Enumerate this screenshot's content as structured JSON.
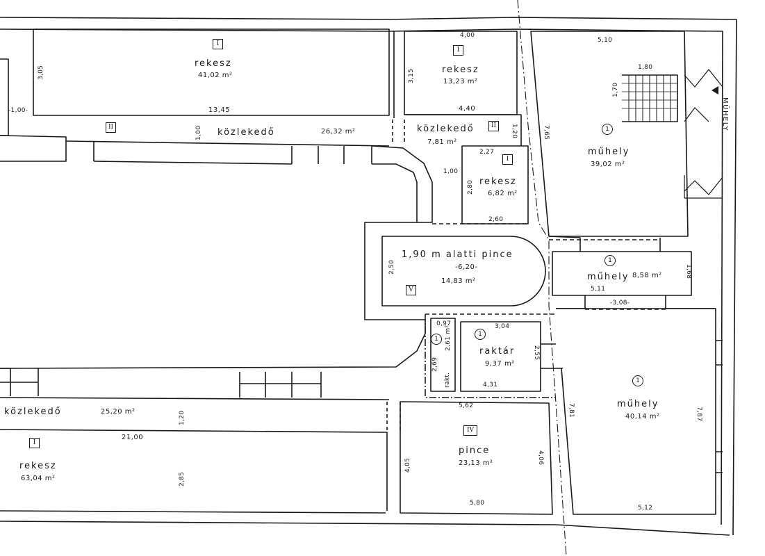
{
  "rooms": {
    "r1": {
      "name": "rekesz",
      "area": "41,02 m²",
      "mark": "I",
      "dim_w": "13,45",
      "dim_h": "3,05",
      "dim_l": "-1,00-"
    },
    "r2": {
      "name": "rekesz",
      "area": "13,23 m²",
      "mark": "I",
      "dim_top": "4,00",
      "dim_h": "3,15",
      "dim_bot": "4,40"
    },
    "k1": {
      "name": "közlekedő",
      "area": "26,32 m²",
      "mark": "II",
      "dim": "1,00"
    },
    "k2": {
      "name": "közlekedő",
      "area": "7,81 m²",
      "mark": "II",
      "dim": "1,20"
    },
    "r3": {
      "name": "rekesz",
      "area": "6,82 m²",
      "mark": "I",
      "dim_top": "2,27",
      "dim_h": "2,80",
      "dim_bot": "2,60",
      "dim_l": "1,00"
    },
    "m1": {
      "name": "műhely",
      "area": "39,02 m²",
      "mark": "1",
      "dim_top": "5,10",
      "dim_h": "7,65",
      "stair_w": "1,80",
      "stair_h": "1,70"
    },
    "p1": {
      "name": "1,90 m alatti pince",
      "area": "14,83 m²",
      "mark": "V",
      "dim_w": "-6,20-",
      "dim_h": "2,50"
    },
    "m2": {
      "name": "műhely",
      "area": "8,58 m²",
      "mark": "1",
      "dim_w": "5,11",
      "dim_w2": "-3,08-",
      "dim_h": "1,68"
    },
    "rk1": {
      "name": "raktár",
      "area": "9,37 m²",
      "mark": "1",
      "dim_top": "3,04",
      "dim_h": "2,55",
      "dim_bot": "4,31",
      "dim_l": "2,69"
    },
    "rk2": {
      "name": "rakt.",
      "area": "2,61 m²",
      "mark": "1",
      "dim_top": "0,97"
    },
    "m3": {
      "name": "műhely",
      "area": "40,14 m²",
      "mark": "1",
      "dim_l": "7,81",
      "dim_r": "7,87",
      "dim_bot": "5,12"
    },
    "k3": {
      "name": "közlekedő",
      "area": "25,20 m²",
      "dim": "1,20"
    },
    "r4": {
      "name": "rekesz",
      "area": "63,04 m²",
      "mark": "I",
      "dim_w": "21,00",
      "dim_h": "2,85"
    },
    "p2": {
      "name": "pince",
      "area": "23,13 m²",
      "mark": "IV",
      "dim_top": "5,62",
      "dim_l": "4,05",
      "dim_r": "4,06",
      "dim_bot": "5,80"
    }
  },
  "side_label": "MŰHELY",
  "colors": {
    "ink": "#1a1a1a",
    "paper": "#ffffff"
  }
}
